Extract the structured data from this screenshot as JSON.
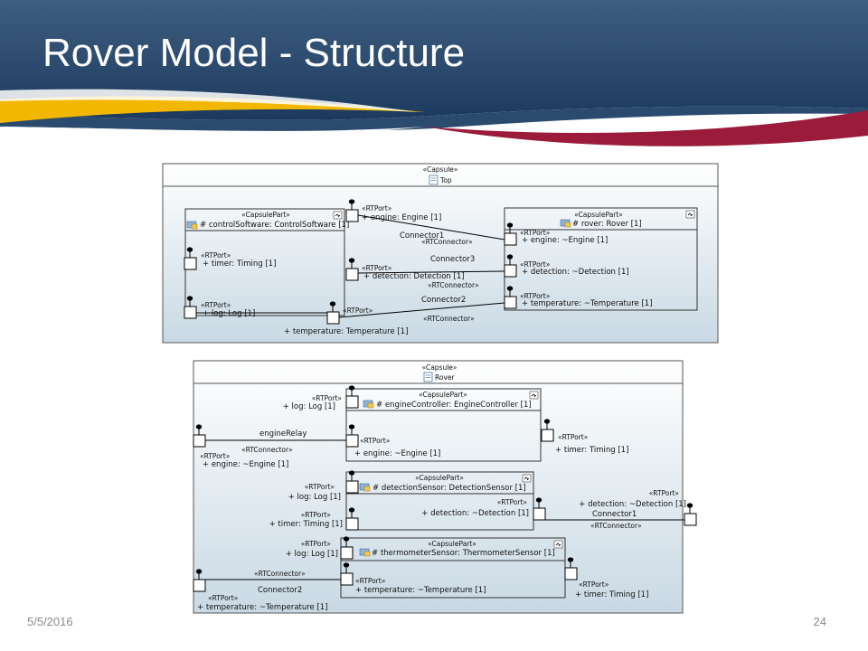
{
  "slide": {
    "title": "Rover Model - Structure",
    "date": "5/5/2016",
    "page": "24",
    "colors": {
      "banner": "#2a4a6e",
      "gold": "#f2b700",
      "crimson": "#9b1c3a",
      "capsule_fill": "#d8e4ec"
    }
  },
  "top": {
    "stereo": "«Capsule»",
    "name": "Top",
    "parts": {
      "control": {
        "stereo": "«CapsulePart»",
        "name": "# controlSoftware: ControlSoftware [1]"
      },
      "rover": {
        "stereo": "«CapsulePart»",
        "name": "# rover: Rover [1]"
      }
    },
    "ports": {
      "engine": {
        "stereo": "«RTPort»",
        "name": "+ engine: Engine [1]"
      },
      "detection": {
        "stereo": "«RTPort»",
        "name": "+ detection: Detection [1]"
      },
      "temperature": {
        "stereo": "«RTPort»",
        "name": "+ temperature: Temperature [1]"
      },
      "timer": {
        "stereo": "«RTPort»",
        "name": "+ timer: Timing [1]"
      },
      "log": {
        "stereo": "«RTPort»",
        "name": "+ log: Log [1]"
      },
      "r_engine": {
        "stereo": "«RTPort»",
        "name": "+ engine: ~Engine [1]"
      },
      "r_detection": {
        "stereo": "«RTPort»",
        "name": "+ detection: ~Detection [1]"
      },
      "r_temperature": {
        "stereo": "«RTPort»",
        "name": "+ temperature: ~Temperature [1]"
      }
    },
    "connectors": {
      "c1": {
        "name": "Connector1",
        "stereo": "«RTConnector»"
      },
      "c3": {
        "name": "Connector3",
        "stereo": "«RTConnector»"
      },
      "c2": {
        "name": "Connector2",
        "stereo": "«RTConnector»"
      }
    }
  },
  "rover": {
    "stereo": "«Capsule»",
    "name": "Rover",
    "parts": {
      "engine": {
        "stereo": "«CapsulePart»",
        "name": "# engineController: EngineController [1]"
      },
      "detection": {
        "stereo": "«CapsulePart»",
        "name": "# detectionSensor: DetectionSensor [1]"
      },
      "thermo": {
        "stereo": "«CapsulePart»",
        "name": "# thermometerSensor: ThermometerSensor [1]"
      }
    },
    "ports": {
      "ec_log": {
        "stereo": "«RTPort»",
        "name": "+ log: Log [1]"
      },
      "ec_engine": {
        "stereo": "«RTPort»",
        "name": "+ engine: ~Engine [1]"
      },
      "ec_timer": {
        "stereo": "«RTPort»",
        "name": "+ timer: Timing [1]"
      },
      "outer_engine": {
        "stereo": "«RTPort»",
        "name": "+ engine: ~Engine [1]"
      },
      "ds_log": {
        "stereo": "«RTPort»",
        "name": "+ log: Log [1]"
      },
      "ds_timer": {
        "stereo": "«RTPort»",
        "name": "+ timer: Timing [1]"
      },
      "ds_detection": {
        "stereo": "«RTPort»",
        "name": "+ detection: ~Detection [1]"
      },
      "outer_detection": {
        "stereo": "«RTPort»",
        "name": "+ detection: ~Detection [1]"
      },
      "ts_log": {
        "stereo": "«RTPort»",
        "name": "+ log: Log [1]"
      },
      "ts_temperature": {
        "stereo": "«RTPort»",
        "name": "+ temperature: ~Temperature [1]"
      },
      "ts_timer": {
        "stereo": "«RTPort»",
        "name": "+ timer: Timing [1]"
      },
      "outer_temperature": {
        "stereo": "«RTPort»",
        "name": "+ temperature: ~Temperature [1]"
      }
    },
    "connectors": {
      "relay": {
        "name": "engineRelay",
        "stereo": "«RTConnector»"
      },
      "c1": {
        "name": "Connector1",
        "stereo": "«RTConnector»"
      },
      "c2": {
        "name": "Connector2",
        "stereo": "«RTConnector»"
      }
    }
  }
}
